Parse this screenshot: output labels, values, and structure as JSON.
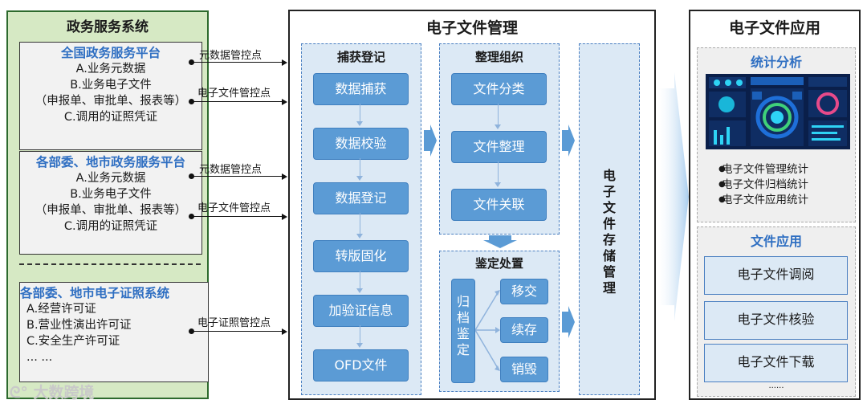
{
  "gov": {
    "title": "政务服务系统",
    "box1": {
      "header": "全国政务服务平台",
      "line1": "A.业务元数据",
      "line2": "B.业务电子文件",
      "line3": "（申报单、审批单、报表等）",
      "line4": "C.调用的证照凭证"
    },
    "box2": {
      "header": "各部委、地市政务服务平台",
      "line1": "A.业务元数据",
      "line2": "B.业务电子文件",
      "line3": "（申报单、审批单、报表等）",
      "line4": "C.调用的证照凭证"
    },
    "box3": {
      "header": "各部委、地市电子证照系统",
      "line1": "A.经营许可证",
      "line2": "B.营业性演出许可证",
      "line3": "C.安全生产许可证",
      "line4": "... ..."
    }
  },
  "links": {
    "l1": "元数据管控点",
    "l2": "电子文件管控点",
    "l3": "元数据管控点",
    "l4": "电子文件管控点",
    "l5": "电子证照管控点"
  },
  "mgmt": {
    "title": "电子文件管理",
    "capture": {
      "title": "捕获登记",
      "steps": [
        "数据捕获",
        "数据校验",
        "数据登记",
        "转版固化",
        "加验证信息",
        "OFD文件"
      ]
    },
    "organize": {
      "title": "整理组织",
      "steps": [
        "文件分类",
        "文件整理",
        "文件关联"
      ]
    },
    "appraise": {
      "title": "鉴定处置",
      "archive": "归档鉴定",
      "steps": [
        "移交",
        "续存",
        "销毁"
      ]
    },
    "storage": "电子文件存储管理"
  },
  "app": {
    "title": "电子文件应用",
    "stats": {
      "title": "统计分析",
      "bullets": [
        "电子文件管理统计",
        "电子文件归档统计",
        "电子文件应用统计"
      ]
    },
    "use": {
      "title": "文件应用",
      "items": [
        "电子文件调阅",
        "电子文件核验",
        "电子文件下载"
      ],
      "more": "......"
    }
  },
  "watermark": "大数跨境",
  "colors": {
    "accent": "#5b9bd5",
    "gov_bg": "#d6e9c4",
    "gov_border": "#2d6a2d",
    "header_blue": "#2f6fc2"
  }
}
